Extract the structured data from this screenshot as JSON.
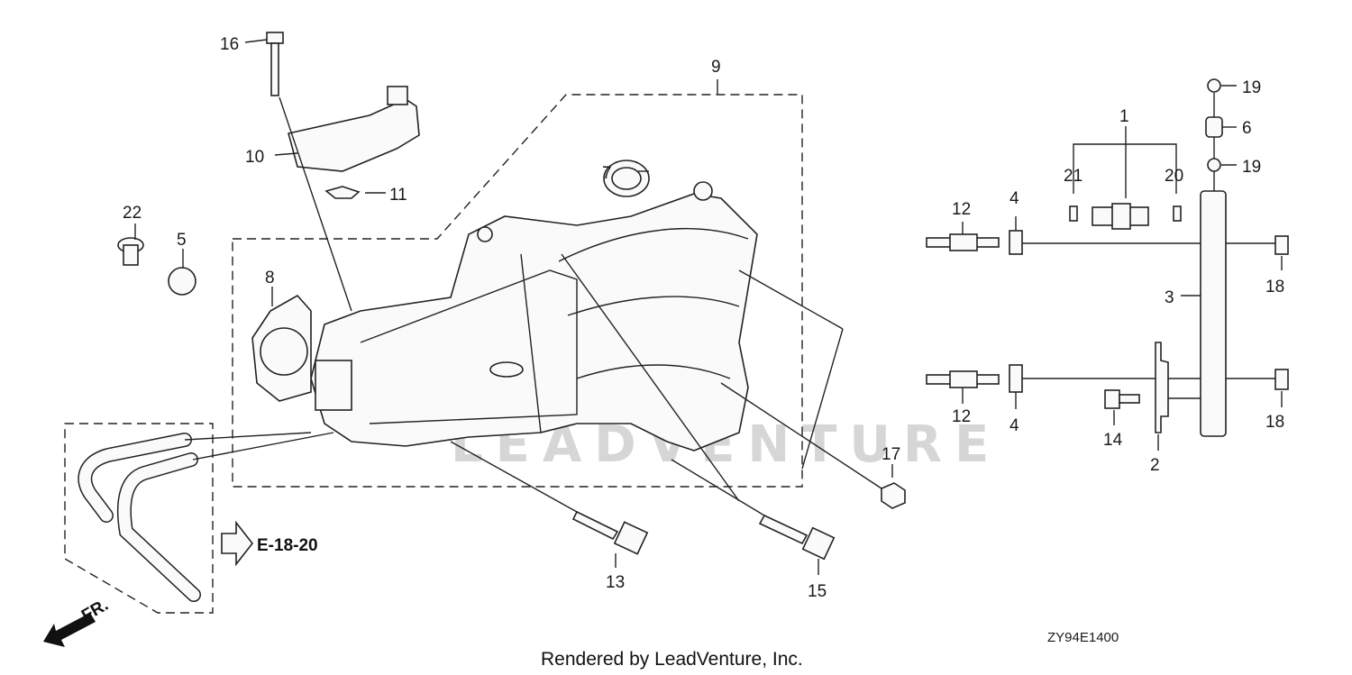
{
  "diagram": {
    "callouts": [
      {
        "id": "c1",
        "label": "1"
      },
      {
        "id": "c2",
        "label": "2"
      },
      {
        "id": "c3",
        "label": "3"
      },
      {
        "id": "c4a",
        "label": "4"
      },
      {
        "id": "c4b",
        "label": "4"
      },
      {
        "id": "c5",
        "label": "5"
      },
      {
        "id": "c6",
        "label": "6"
      },
      {
        "id": "c7",
        "label": "7"
      },
      {
        "id": "c8",
        "label": "8"
      },
      {
        "id": "c9",
        "label": "9"
      },
      {
        "id": "c10",
        "label": "10"
      },
      {
        "id": "c11",
        "label": "11"
      },
      {
        "id": "c12a",
        "label": "12"
      },
      {
        "id": "c12b",
        "label": "12"
      },
      {
        "id": "c13",
        "label": "13"
      },
      {
        "id": "c14",
        "label": "14"
      },
      {
        "id": "c15",
        "label": "15"
      },
      {
        "id": "c16",
        "label": "16"
      },
      {
        "id": "c17",
        "label": "17"
      },
      {
        "id": "c18a",
        "label": "18"
      },
      {
        "id": "c18b",
        "label": "18"
      },
      {
        "id": "c19a",
        "label": "19"
      },
      {
        "id": "c19b",
        "label": "19"
      },
      {
        "id": "c20",
        "label": "20"
      },
      {
        "id": "c21",
        "label": "21"
      },
      {
        "id": "c22",
        "label": "22"
      }
    ],
    "reference": "E-18-20",
    "direction": "FR.",
    "diagram_code": "ZY94E1400",
    "credit": "Rendered by LeadVenture, Inc.",
    "watermark": "LEADVENTURE"
  }
}
